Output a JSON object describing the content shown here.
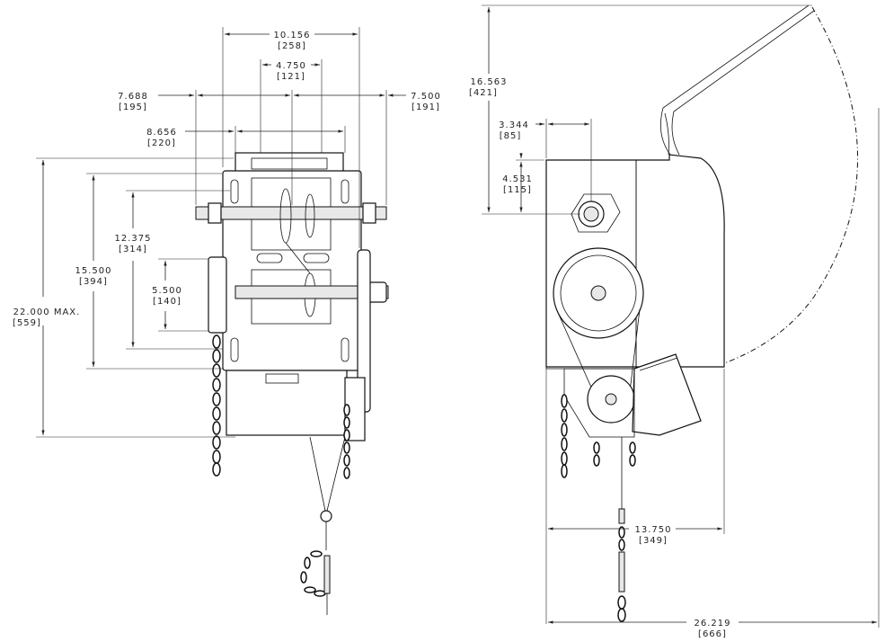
{
  "dimensions": {
    "d1": {
      "value": "10.156",
      "metric": "[258]"
    },
    "d2": {
      "value": "4.750",
      "metric": "[121]"
    },
    "d3": {
      "value": "7.688",
      "metric": "[195]"
    },
    "d4": {
      "value": "7.500",
      "metric": "[191]"
    },
    "d5": {
      "value": "8.656",
      "metric": "[220]"
    },
    "d6": {
      "value": "12.375",
      "metric": "[314]"
    },
    "d7": {
      "value": "15.500",
      "metric": "[394]"
    },
    "d8": {
      "value": "5.500",
      "metric": "[140]"
    },
    "d9": {
      "value": "22.000 MAX.",
      "metric": "[559]"
    },
    "d10": {
      "value": "16.563",
      "metric": "[421]"
    },
    "d11": {
      "value": "3.344",
      "metric": "[85]"
    },
    "d12": {
      "value": "4.531",
      "metric": "[115]"
    },
    "d13": {
      "value": "13.750",
      "metric": "[349]"
    },
    "d14": {
      "value": "26.219",
      "metric": "[666]"
    }
  }
}
